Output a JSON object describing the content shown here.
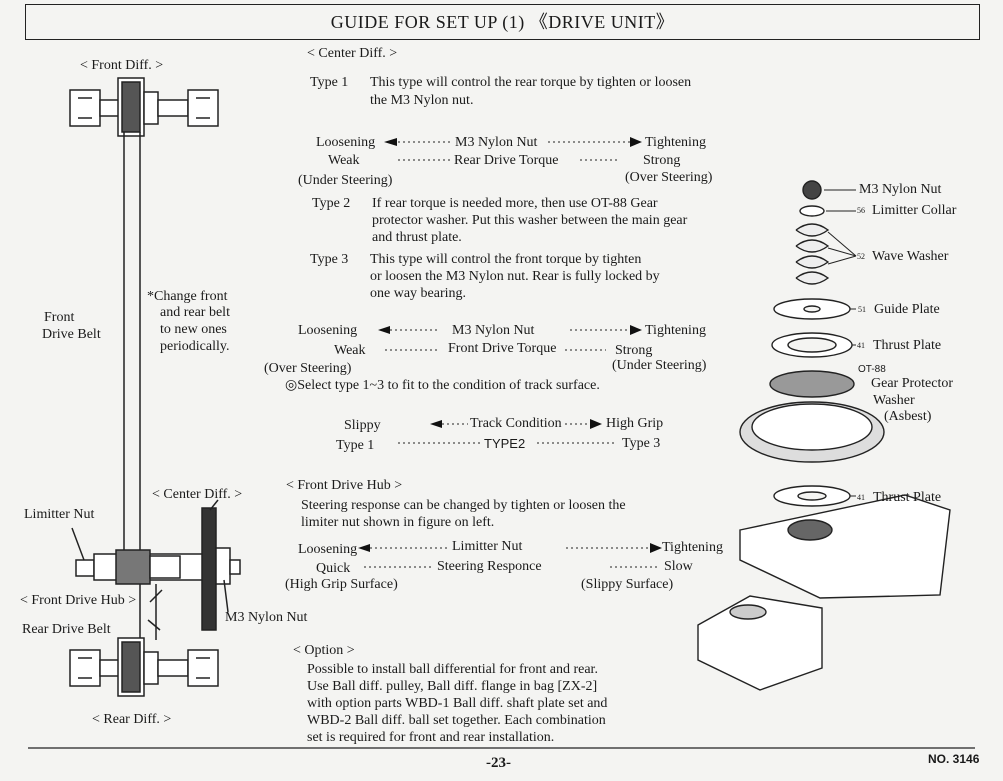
{
  "title": "GUIDE FOR SET UP (1) 《DRIVE UNIT》",
  "left": {
    "front_diff": "< Front Diff. >",
    "front_drive_belt_1": "Front",
    "front_drive_belt_2": "Drive Belt",
    "note": [
      "*Change front",
      "and rear belt",
      "to new ones",
      "periodically."
    ],
    "center_diff": "< Center Diff. >",
    "limitter_nut": "Limitter Nut",
    "front_drive_hub": "< Front Drive Hub >",
    "rear_drive_belt": "Rear Drive Belt",
    "m3_nylon_nut": "M3 Nylon Nut",
    "rear_diff": "< Rear Diff. >"
  },
  "center_diff_section": {
    "heading": "< Center Diff. >",
    "type1_label": "Type 1",
    "type1_text": [
      "This type will control the rear torque by tighten or loosen",
      "the M3 Nylon nut."
    ],
    "row1": {
      "left": "Loosening",
      "mid": "M3 Nylon Nut",
      "right": "Tightening"
    },
    "row2": {
      "left": "Weak",
      "mid": "Rear Drive Torque",
      "right": "Strong"
    },
    "row3": {
      "left": "(Under Steering)",
      "right": "(Over Steering)"
    },
    "type2_label": "Type 2",
    "type2_text": [
      "If rear torque is needed more, then use OT-88 Gear",
      "protector washer. Put this washer between the main gear",
      "and thrust plate."
    ],
    "type3_label": "Type 3",
    "type3_text": [
      "This type will control the front torque by tighten",
      "or loosen the M3 Nylon nut. Rear is fully locked by",
      "one way bearing."
    ],
    "row4": {
      "left": "Loosening",
      "mid": "M3 Nylon Nut",
      "right": "Tightening"
    },
    "row5": {
      "left": "Weak",
      "mid": "Front Drive Torque",
      "right": "Strong"
    },
    "row6": {
      "left": "(Over Steering)",
      "right": "(Under Steering)"
    },
    "select_note": "◎Select type 1~3 to fit to the condition of track surface.",
    "track": {
      "slippy": "Slippy",
      "cond": "Track Condition",
      "high": "High Grip",
      "t1": "Type 1",
      "t2": "TYPE2",
      "t3": "Type 3"
    }
  },
  "front_hub_section": {
    "heading": "< Front Drive Hub >",
    "text": [
      "Steering response can be changed by tighten or loosen the",
      "limiter nut shown in figure on left."
    ],
    "row1": {
      "left": "Loosening",
      "mid": "Limitter Nut",
      "right": "Tightening"
    },
    "row2": {
      "left": "Quick",
      "mid": "Steering Responce",
      "right": "Slow"
    },
    "row3": {
      "left": "(High Grip Surface)",
      "right": "(Slippy Surface)"
    }
  },
  "option_section": {
    "heading": "< Option >",
    "text": [
      "Possible to install ball differential for front and rear.",
      "Use Ball diff. pulley, Ball diff. flange in bag [ZX-2]",
      "with option parts WBD-1 Ball diff. shaft plate set and",
      "WBD-2 Ball diff. ball set together. Each combination",
      "set is required for front and rear installation."
    ]
  },
  "parts": {
    "m3": "M3 Nylon Nut",
    "collar": "Limitter Collar",
    "wave": "Wave Washer",
    "guide": "Guide Plate",
    "thrust1": "Thrust Plate",
    "ot88": "OT-88",
    "gp1": "Gear Protector",
    "gp2": "Washer",
    "gp3": "(Asbest)",
    "thrust2": "Thrust Plate",
    "n56": "56",
    "n52": "52",
    "n51": "51",
    "n41a": "41",
    "n41b": "41"
  },
  "footer": {
    "page": "-23-",
    "code": "NO. 3146"
  }
}
